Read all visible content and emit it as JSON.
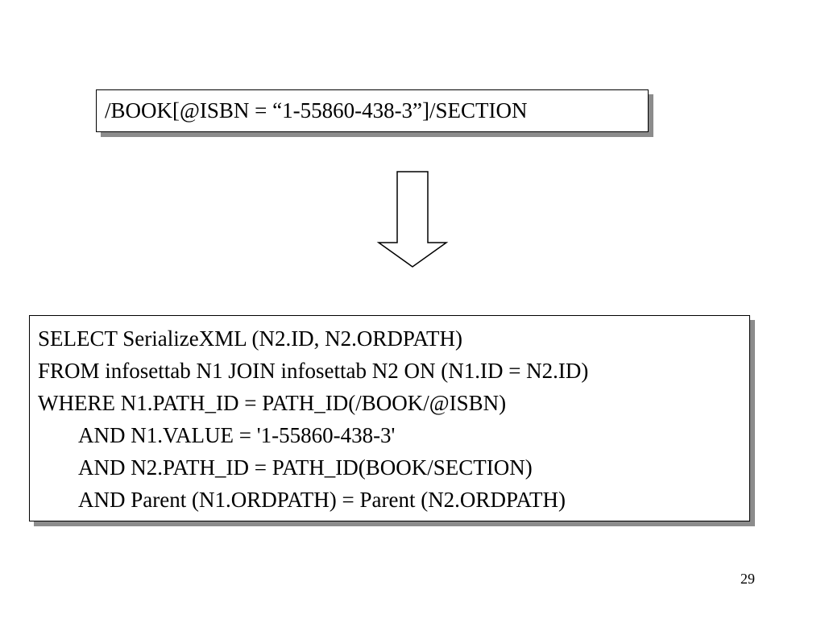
{
  "xpath_query": "/BOOK[@ISBN = “1-55860-438-3”]/SECTION",
  "sql_query": {
    "lines": [
      "SELECT SerializeXML (N2.ID, N2.ORDPATH)",
      "FROM infosettab N1  JOIN infosettab N2 ON (N1.ID = N2.ID)",
      "WHERE N1.PATH_ID = PATH_ID(/BOOK/@ISBN)",
      "AND N1.VALUE = '1-55860-438-3'",
      "AND N2.PATH_ID = PATH_ID(BOOK/SECTION)",
      "AND Parent (N1.ORDPATH) = Parent (N2.ORDPATH)"
    ]
  },
  "arrow_icon": "down-arrow-icon",
  "page_number": "29",
  "colors": {
    "background": "#ffffff",
    "text": "#000000",
    "box_shadow": "#8c8c8c"
  }
}
